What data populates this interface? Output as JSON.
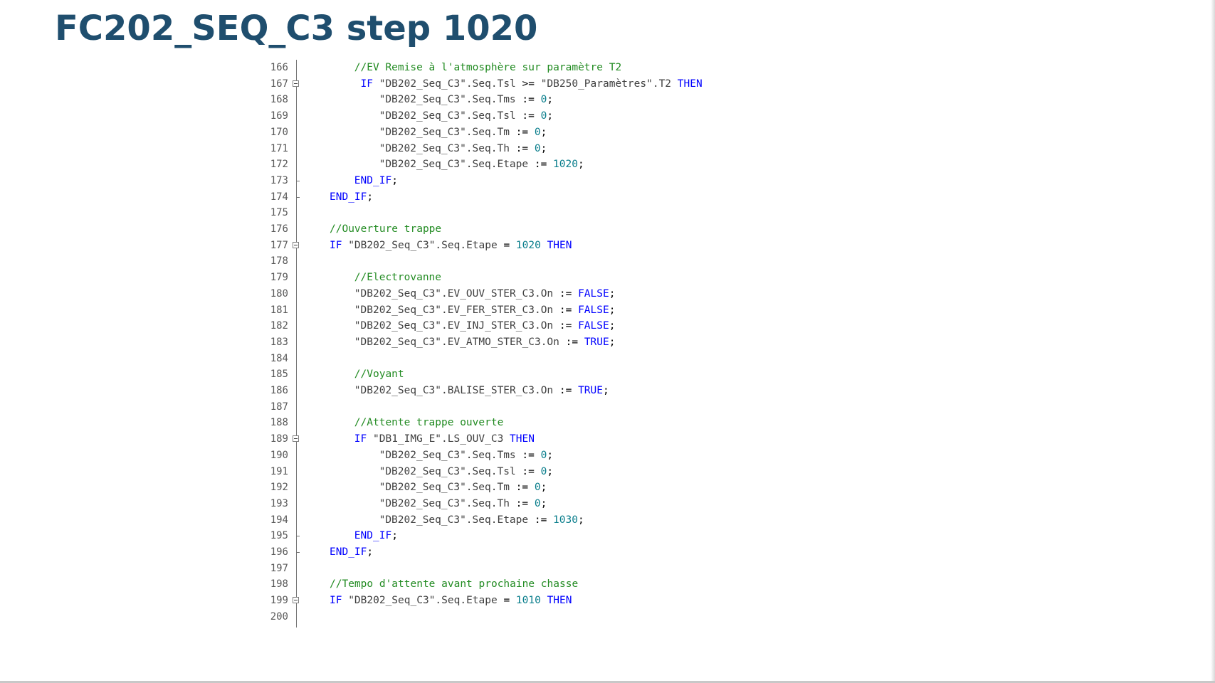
{
  "slide": {
    "title": "FC202_SEQ_C3 step 1020"
  },
  "colors": {
    "title": "#1f4e6e",
    "keyword": "#0000ff",
    "string": "#404040",
    "number": "#0a7e8c",
    "comment": "#228b22",
    "line_number": "#5a5a5a"
  },
  "editor": {
    "lines": [
      {
        "n": "166",
        "indent": 2,
        "fold": "",
        "tokens": [
          {
            "t": "cm",
            "v": "//EV Remise à l'atmosphère sur paramètre T2"
          }
        ]
      },
      {
        "n": "167",
        "indent": 2,
        "fold": "open",
        "tokens": [
          {
            "t": "kw",
            "v": " IF "
          },
          {
            "t": "str",
            "v": "\"DB202_Seq_C3\".Seq.Tsl"
          },
          {
            "t": "op",
            "v": " >= "
          },
          {
            "t": "str",
            "v": "\"DB250_Paramètres\".T2"
          },
          {
            "t": "kw",
            "v": " THEN"
          }
        ]
      },
      {
        "n": "168",
        "indent": 4,
        "fold": "",
        "tokens": [
          {
            "t": "str",
            "v": "\"DB202_Seq_C3\".Seq.Tms"
          },
          {
            "t": "op",
            "v": " := "
          },
          {
            "t": "num",
            "v": "0"
          },
          {
            "t": "op",
            "v": ";"
          }
        ]
      },
      {
        "n": "169",
        "indent": 4,
        "fold": "",
        "tokens": [
          {
            "t": "str",
            "v": "\"DB202_Seq_C3\".Seq.Tsl"
          },
          {
            "t": "op",
            "v": " := "
          },
          {
            "t": "num",
            "v": "0"
          },
          {
            "t": "op",
            "v": ";"
          }
        ]
      },
      {
        "n": "170",
        "indent": 4,
        "fold": "",
        "tokens": [
          {
            "t": "str",
            "v": "\"DB202_Seq_C3\".Seq.Tm"
          },
          {
            "t": "op",
            "v": " := "
          },
          {
            "t": "num",
            "v": "0"
          },
          {
            "t": "op",
            "v": ";"
          }
        ]
      },
      {
        "n": "171",
        "indent": 4,
        "fold": "",
        "tokens": [
          {
            "t": "str",
            "v": "\"DB202_Seq_C3\".Seq.Th"
          },
          {
            "t": "op",
            "v": " := "
          },
          {
            "t": "num",
            "v": "0"
          },
          {
            "t": "op",
            "v": ";"
          }
        ]
      },
      {
        "n": "172",
        "indent": 4,
        "fold": "",
        "tokens": [
          {
            "t": "str",
            "v": "\"DB202_Seq_C3\".Seq.Etape"
          },
          {
            "t": "op",
            "v": " := "
          },
          {
            "t": "num",
            "v": "1020"
          },
          {
            "t": "op",
            "v": ";"
          }
        ]
      },
      {
        "n": "173",
        "indent": 2,
        "fold": "end",
        "tokens": [
          {
            "t": "kw",
            "v": "END_IF"
          },
          {
            "t": "op",
            "v": ";"
          }
        ]
      },
      {
        "n": "174",
        "indent": 0,
        "fold": "end",
        "tokens": [
          {
            "t": "kw",
            "v": "END_IF"
          },
          {
            "t": "op",
            "v": ";"
          }
        ]
      },
      {
        "n": "175",
        "indent": 0,
        "fold": "",
        "tokens": []
      },
      {
        "n": "176",
        "indent": 0,
        "fold": "",
        "tokens": [
          {
            "t": "cm",
            "v": "//Ouverture trappe"
          }
        ]
      },
      {
        "n": "177",
        "indent": 0,
        "fold": "open",
        "tokens": [
          {
            "t": "kw",
            "v": "IF "
          },
          {
            "t": "str",
            "v": "\"DB202_Seq_C3\".Seq.Etape"
          },
          {
            "t": "op",
            "v": " = "
          },
          {
            "t": "num",
            "v": "1020"
          },
          {
            "t": "kw",
            "v": " THEN"
          }
        ]
      },
      {
        "n": "178",
        "indent": 0,
        "fold": "",
        "tokens": []
      },
      {
        "n": "179",
        "indent": 2,
        "fold": "",
        "tokens": [
          {
            "t": "cm",
            "v": "//Electrovanne"
          }
        ]
      },
      {
        "n": "180",
        "indent": 2,
        "fold": "",
        "tokens": [
          {
            "t": "str",
            "v": "\"DB202_Seq_C3\".EV_OUV_STER_C3.On"
          },
          {
            "t": "op",
            "v": " := "
          },
          {
            "t": "kw",
            "v": "FALSE"
          },
          {
            "t": "op",
            "v": ";"
          }
        ]
      },
      {
        "n": "181",
        "indent": 2,
        "fold": "",
        "tokens": [
          {
            "t": "str",
            "v": "\"DB202_Seq_C3\".EV_FER_STER_C3.On"
          },
          {
            "t": "op",
            "v": " := "
          },
          {
            "t": "kw",
            "v": "FALSE"
          },
          {
            "t": "op",
            "v": ";"
          }
        ]
      },
      {
        "n": "182",
        "indent": 2,
        "fold": "",
        "tokens": [
          {
            "t": "str",
            "v": "\"DB202_Seq_C3\".EV_INJ_STER_C3.On"
          },
          {
            "t": "op",
            "v": " := "
          },
          {
            "t": "kw",
            "v": "FALSE"
          },
          {
            "t": "op",
            "v": ";"
          }
        ]
      },
      {
        "n": "183",
        "indent": 2,
        "fold": "",
        "tokens": [
          {
            "t": "str",
            "v": "\"DB202_Seq_C3\".EV_ATMO_STER_C3.On"
          },
          {
            "t": "op",
            "v": " := "
          },
          {
            "t": "kw",
            "v": "TRUE"
          },
          {
            "t": "op",
            "v": ";"
          }
        ]
      },
      {
        "n": "184",
        "indent": 0,
        "fold": "",
        "tokens": []
      },
      {
        "n": "185",
        "indent": 2,
        "fold": "",
        "tokens": [
          {
            "t": "cm",
            "v": "//Voyant"
          }
        ]
      },
      {
        "n": "186",
        "indent": 2,
        "fold": "",
        "tokens": [
          {
            "t": "str",
            "v": "\"DB202_Seq_C3\".BALISE_STER_C3.On"
          },
          {
            "t": "op",
            "v": " := "
          },
          {
            "t": "kw",
            "v": "TRUE"
          },
          {
            "t": "op",
            "v": ";"
          }
        ]
      },
      {
        "n": "187",
        "indent": 0,
        "fold": "",
        "tokens": []
      },
      {
        "n": "188",
        "indent": 2,
        "fold": "",
        "tokens": [
          {
            "t": "cm",
            "v": "//Attente trappe ouverte"
          }
        ]
      },
      {
        "n": "189",
        "indent": 2,
        "fold": "open",
        "tokens": [
          {
            "t": "kw",
            "v": "IF "
          },
          {
            "t": "str",
            "v": "\"DB1_IMG_E\".LS_OUV_C3"
          },
          {
            "t": "kw",
            "v": " THEN"
          }
        ]
      },
      {
        "n": "190",
        "indent": 4,
        "fold": "",
        "tokens": [
          {
            "t": "str",
            "v": "\"DB202_Seq_C3\".Seq.Tms"
          },
          {
            "t": "op",
            "v": " := "
          },
          {
            "t": "num",
            "v": "0"
          },
          {
            "t": "op",
            "v": ";"
          }
        ]
      },
      {
        "n": "191",
        "indent": 4,
        "fold": "",
        "tokens": [
          {
            "t": "str",
            "v": "\"DB202_Seq_C3\".Seq.Tsl"
          },
          {
            "t": "op",
            "v": " := "
          },
          {
            "t": "num",
            "v": "0"
          },
          {
            "t": "op",
            "v": ";"
          }
        ]
      },
      {
        "n": "192",
        "indent": 4,
        "fold": "",
        "tokens": [
          {
            "t": "str",
            "v": "\"DB202_Seq_C3\".Seq.Tm"
          },
          {
            "t": "op",
            "v": " := "
          },
          {
            "t": "num",
            "v": "0"
          },
          {
            "t": "op",
            "v": ";"
          }
        ]
      },
      {
        "n": "193",
        "indent": 4,
        "fold": "",
        "tokens": [
          {
            "t": "str",
            "v": "\"DB202_Seq_C3\".Seq.Th"
          },
          {
            "t": "op",
            "v": " := "
          },
          {
            "t": "num",
            "v": "0"
          },
          {
            "t": "op",
            "v": ";"
          }
        ]
      },
      {
        "n": "194",
        "indent": 4,
        "fold": "",
        "tokens": [
          {
            "t": "str",
            "v": "\"DB202_Seq_C3\".Seq.Etape"
          },
          {
            "t": "op",
            "v": " := "
          },
          {
            "t": "num",
            "v": "1030"
          },
          {
            "t": "op",
            "v": ";"
          }
        ]
      },
      {
        "n": "195",
        "indent": 2,
        "fold": "end",
        "tokens": [
          {
            "t": "kw",
            "v": "END_IF"
          },
          {
            "t": "op",
            "v": ";"
          }
        ]
      },
      {
        "n": "196",
        "indent": 0,
        "fold": "end",
        "tokens": [
          {
            "t": "kw",
            "v": "END_IF"
          },
          {
            "t": "op",
            "v": ";"
          }
        ]
      },
      {
        "n": "197",
        "indent": 0,
        "fold": "",
        "tokens": []
      },
      {
        "n": "198",
        "indent": 0,
        "fold": "",
        "tokens": [
          {
            "t": "cm",
            "v": "//Tempo d'attente avant prochaine chasse"
          }
        ]
      },
      {
        "n": "199",
        "indent": 0,
        "fold": "open",
        "tokens": [
          {
            "t": "kw",
            "v": "IF "
          },
          {
            "t": "str",
            "v": "\"DB202_Seq_C3\".Seq.Etape"
          },
          {
            "t": "op",
            "v": " = "
          },
          {
            "t": "num",
            "v": "1010"
          },
          {
            "t": "kw",
            "v": " THEN"
          }
        ]
      },
      {
        "n": "200",
        "indent": 0,
        "fold": "",
        "tokens": []
      }
    ]
  }
}
